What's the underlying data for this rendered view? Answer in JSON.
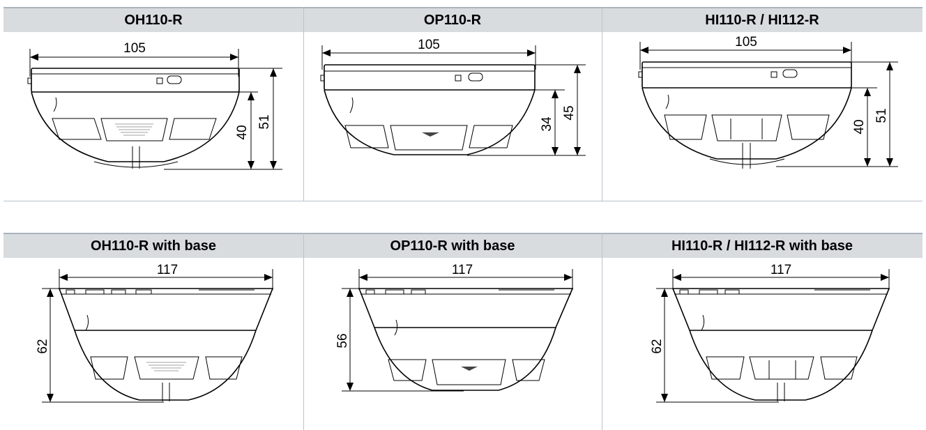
{
  "top_row": {
    "headers": [
      "OH110-R",
      "OP110-R",
      "HI110-R / HI112-R"
    ],
    "diagrams": [
      {
        "width": "105",
        "height_a": "40",
        "height_b": "51"
      },
      {
        "width": "105",
        "height_a": "34",
        "height_b": "45"
      },
      {
        "width": "105",
        "height_a": "40",
        "height_b": "51"
      }
    ]
  },
  "bottom_row": {
    "headers": [
      "OH110-R with base",
      "OP110-R with base",
      "HI110-R / HI112-R with base"
    ],
    "diagrams": [
      {
        "width": "117",
        "height": "62"
      },
      {
        "width": "117",
        "height": "56"
      },
      {
        "width": "117",
        "height": "62"
      }
    ]
  }
}
